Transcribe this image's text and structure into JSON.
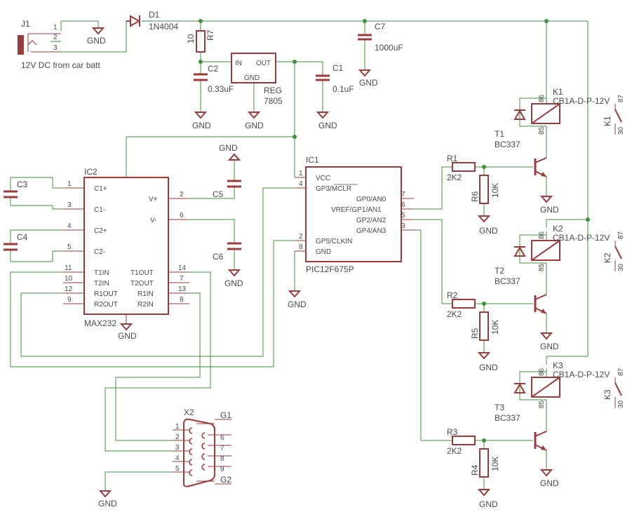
{
  "parts": {
    "j1": {
      "name": "J1",
      "pins": [
        "1",
        "2",
        "3"
      ],
      "note": "12V DC from car batt"
    },
    "d1": {
      "name": "D1",
      "value": "1N4004"
    },
    "r7": {
      "name": "R7",
      "value": "10"
    },
    "c7": {
      "name": "C7",
      "value": "1000uF"
    },
    "c2": {
      "name": "C2",
      "value": "0.33uF"
    },
    "c1": {
      "name": "C1",
      "value": "0.1uF"
    },
    "reg": {
      "name": "REG",
      "value": "7805",
      "in": "IN",
      "out": "OUT",
      "gnd": "GND"
    },
    "ic1": {
      "name": "IC1",
      "value": "PIC12F675P",
      "left_pins": [
        {
          "num": "1",
          "label": "VCC"
        },
        {
          "num": "4",
          "label": "GP3/MCLR"
        },
        {
          "num": "2",
          "label": "GP5/CLKIN"
        },
        {
          "num": "8",
          "label": "GND"
        }
      ],
      "right_pins": [
        {
          "num": "7",
          "label": "GP0/AN0"
        },
        {
          "num": "6",
          "label": "VREF/GP1/AN1"
        },
        {
          "num": "5",
          "label": "GP2/AN2"
        },
        {
          "num": "3",
          "label": "GP4/AN3"
        }
      ]
    },
    "ic2": {
      "name": "IC2",
      "value": "MAX232",
      "left_pins": [
        {
          "num": "1",
          "label": "C1+"
        },
        {
          "num": "3",
          "label": "C1-"
        },
        {
          "num": "4",
          "label": "C2+"
        },
        {
          "num": "5",
          "label": "C2-"
        },
        {
          "num": "11",
          "label": "T1IN"
        },
        {
          "num": "10",
          "label": "T2IN"
        },
        {
          "num": "12",
          "label": "R1OUT"
        },
        {
          "num": "9",
          "label": "R2OUT"
        }
      ],
      "right_pins": [
        {
          "num": "2",
          "label": "V+"
        },
        {
          "num": "6",
          "label": "V-"
        },
        {
          "num": "14",
          "label": "T1OUT"
        },
        {
          "num": "7",
          "label": "T2OUT"
        },
        {
          "num": "13",
          "label": "R1IN"
        },
        {
          "num": "8",
          "label": "R2IN"
        }
      ]
    },
    "c3": {
      "name": "C3"
    },
    "c4": {
      "name": "C4"
    },
    "c5": {
      "name": "C5"
    },
    "c6": {
      "name": "C6"
    },
    "x2": {
      "name": "X2",
      "left_pins": [
        "1",
        "2",
        "3",
        "4",
        "5"
      ],
      "right_pins": [
        "6",
        "7",
        "8",
        "9"
      ],
      "g1": "G1",
      "g2": "G2"
    },
    "relays": [
      {
        "k": "K1",
        "model": "CB1A-D-P-12V",
        "pin86": "86",
        "pin85": "85",
        "pin87": "87",
        "pin30": "30",
        "t": "T1",
        "tval": "BC337",
        "r": "R1",
        "rval": "2K2",
        "rg": "R6",
        "rgval": "10K"
      },
      {
        "k": "K2",
        "model": "CB1A-D-P-12V",
        "pin86": "86",
        "pin85": "85",
        "pin87": "87",
        "pin30": "30",
        "t": "T2",
        "tval": "BC337",
        "r": "R2",
        "rval": "2K2",
        "rg": "R5",
        "rgval": "10K"
      },
      {
        "k": "K3",
        "model": "CB1A-D-P-12V",
        "pin86": "86",
        "pin85": "85",
        "pin87": "87",
        "pin30": "30",
        "t": "T3",
        "tval": "BC337",
        "r": "R3",
        "rval": "2K2",
        "rg": "R4",
        "rgval": "10K"
      }
    ]
  },
  "gnd_label": "GND"
}
